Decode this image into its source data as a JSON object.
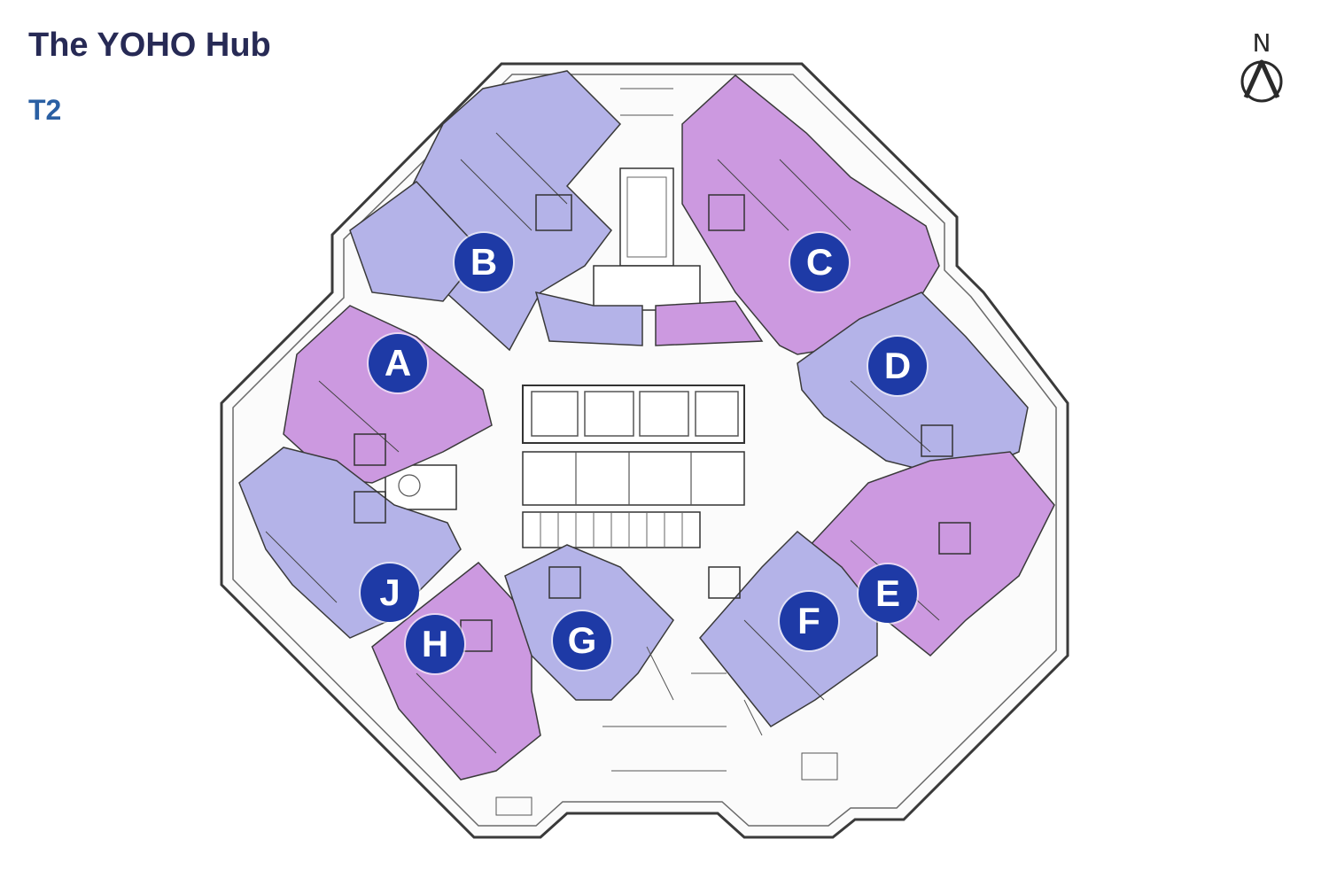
{
  "header": {
    "title": "The YOHO Hub",
    "tower": "T2"
  },
  "compass": {
    "label": "N",
    "icon": "north-arrow-icon"
  },
  "floor_plan": {
    "colors": {
      "lavender": "#b4b3e8",
      "magenta": "#cc99e0",
      "line": "#3a3a3a",
      "marker": "#1e3aa6"
    },
    "units": [
      {
        "id": "A",
        "tone": "magenta"
      },
      {
        "id": "B",
        "tone": "lavender"
      },
      {
        "id": "C",
        "tone": "magenta"
      },
      {
        "id": "D",
        "tone": "lavender"
      },
      {
        "id": "E",
        "tone": "magenta"
      },
      {
        "id": "F",
        "tone": "lavender"
      },
      {
        "id": "G",
        "tone": "lavender"
      },
      {
        "id": "H",
        "tone": "magenta"
      },
      {
        "id": "J",
        "tone": "lavender"
      }
    ]
  }
}
